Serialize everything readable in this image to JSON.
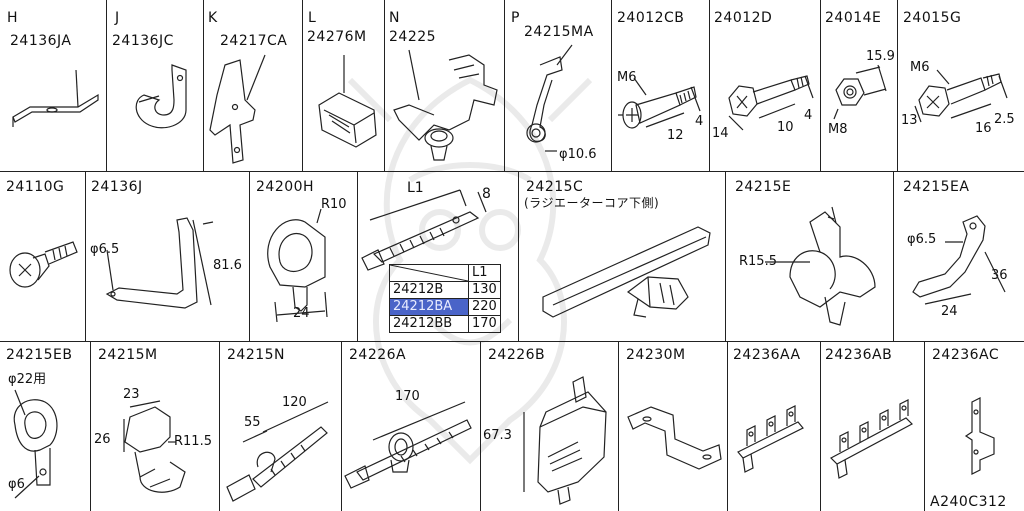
{
  "diagram_code": "A240C312",
  "rows": [
    {
      "cells": [
        {
          "letter": "H",
          "part": "24136JA"
        },
        {
          "letter": "J",
          "part": "24136JC"
        },
        {
          "letter": "K",
          "part": "24217CA"
        },
        {
          "letter": "L",
          "part": "24276M"
        },
        {
          "letter": "N",
          "part": "24225"
        },
        {
          "letter": "P",
          "part": "24215MA",
          "dims": [
            "φ10.6"
          ]
        },
        {
          "letter": "",
          "part": "24012CB",
          "dims": [
            "M6",
            "12",
            "4"
          ]
        },
        {
          "letter": "",
          "part": "24012D",
          "dims": [
            "14",
            "10",
            "4"
          ]
        },
        {
          "letter": "",
          "part": "24014E",
          "dims": [
            "15.9",
            "M8"
          ]
        },
        {
          "letter": "",
          "part": "24015G",
          "dims": [
            "M6",
            "13",
            "16",
            "2.5"
          ]
        }
      ]
    },
    {
      "cells": [
        {
          "part": "24110G"
        },
        {
          "part": "24136J",
          "dims": [
            "φ6.5",
            "81.6"
          ]
        },
        {
          "part": "24200H",
          "dims": [
            "R10",
            "24"
          ]
        },
        {
          "part": "",
          "dims": [
            "L1",
            "8"
          ],
          "table": {
            "header": "L1",
            "rows": [
              {
                "part": "24212B",
                "l1": "130",
                "selected": false
              },
              {
                "part": "24212BA",
                "l1": "220",
                "selected": true
              },
              {
                "part": "24212BB",
                "l1": "170",
                "selected": false
              }
            ]
          }
        },
        {
          "part": "24215C",
          "subtitle": "(ラジエーターコア下側)"
        },
        {
          "part": "24215E",
          "dims": [
            "R15.5"
          ]
        },
        {
          "part": "24215EA",
          "dims": [
            "φ6.5",
            "36",
            "24"
          ]
        }
      ]
    },
    {
      "cells": [
        {
          "part": "24215EB",
          "dims": [
            "φ22用",
            "φ6"
          ]
        },
        {
          "part": "24215M",
          "dims": [
            "23",
            "26",
            "R11.5"
          ]
        },
        {
          "part": "24215N",
          "dims": [
            "55",
            "120"
          ]
        },
        {
          "part": "24226A",
          "dims": [
            "170"
          ]
        },
        {
          "part": "24226B",
          "dims": [
            "67.3"
          ]
        },
        {
          "part": "24230M"
        },
        {
          "part": "24236AA"
        },
        {
          "part": "24236AB"
        },
        {
          "part": "24236AC"
        }
      ]
    }
  ],
  "colors": {
    "line": "#222222",
    "highlight": "#4a64c8",
    "background": "#ffffff"
  }
}
